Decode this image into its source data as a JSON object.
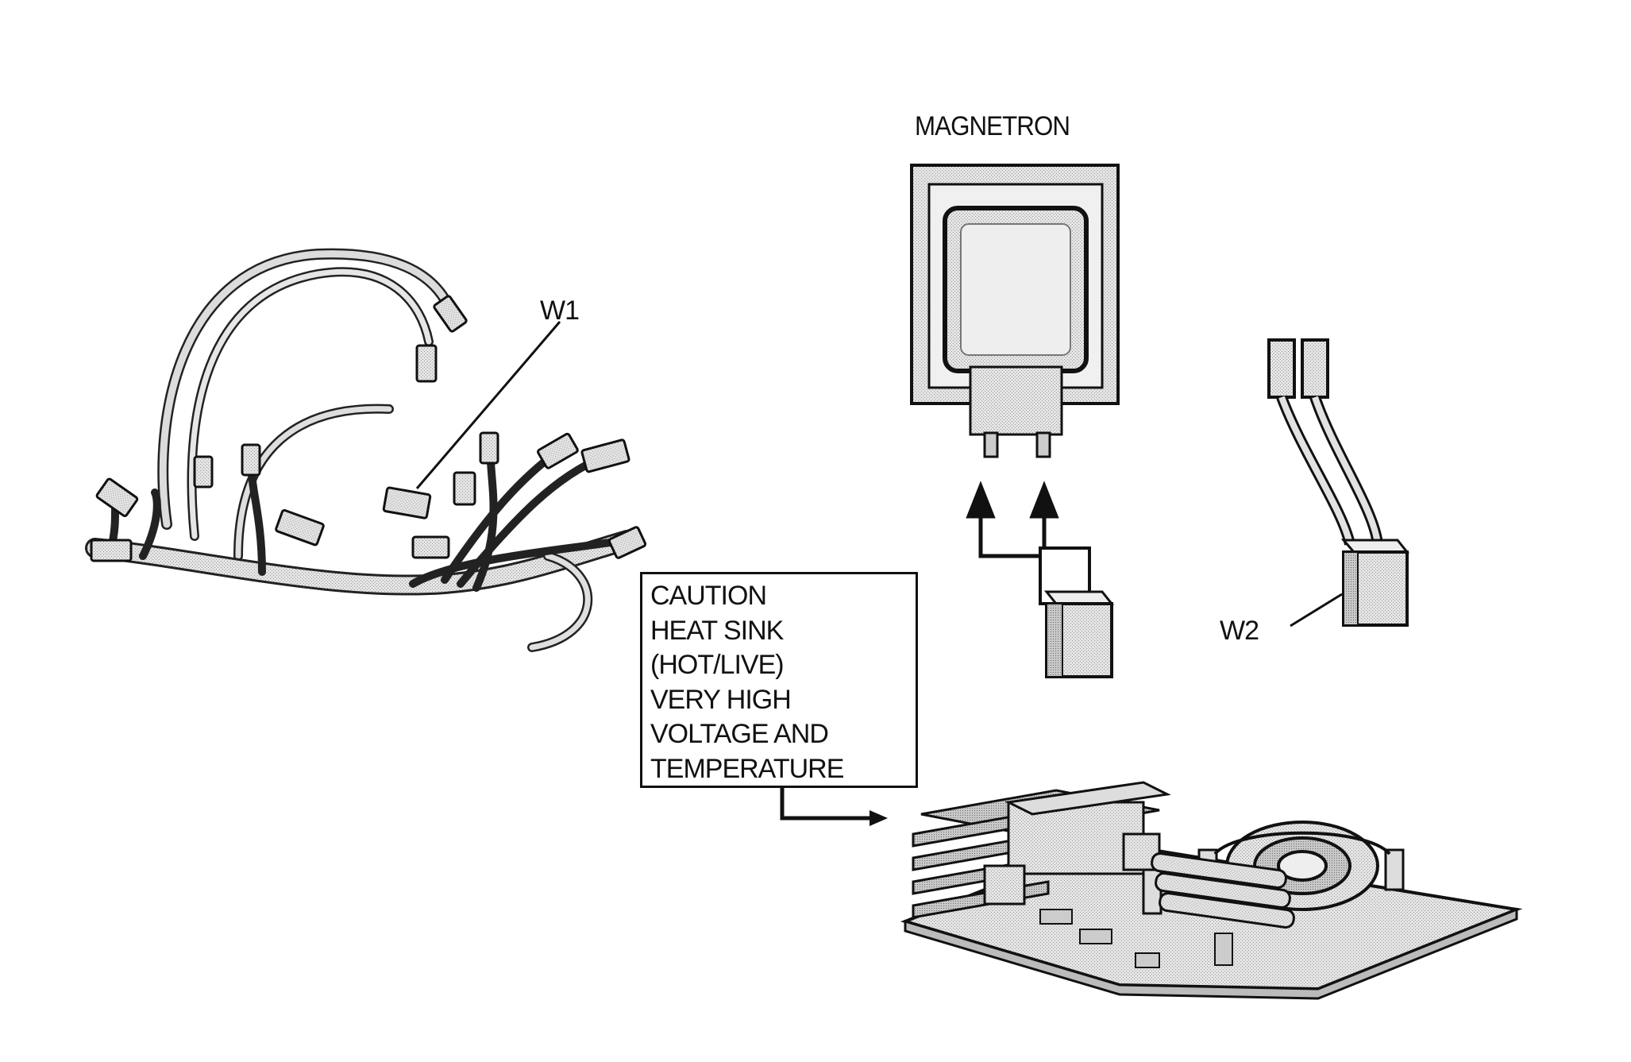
{
  "labels": {
    "magnetron": "MAGNETRON",
    "w1": "W1",
    "w2": "W2"
  },
  "caution_lines": [
    "CAUTION",
    "HEAT SINK",
    "(HOT/LIVE)",
    "VERY HIGH",
    "VOLTAGE AND",
    "TEMPERATURE"
  ]
}
